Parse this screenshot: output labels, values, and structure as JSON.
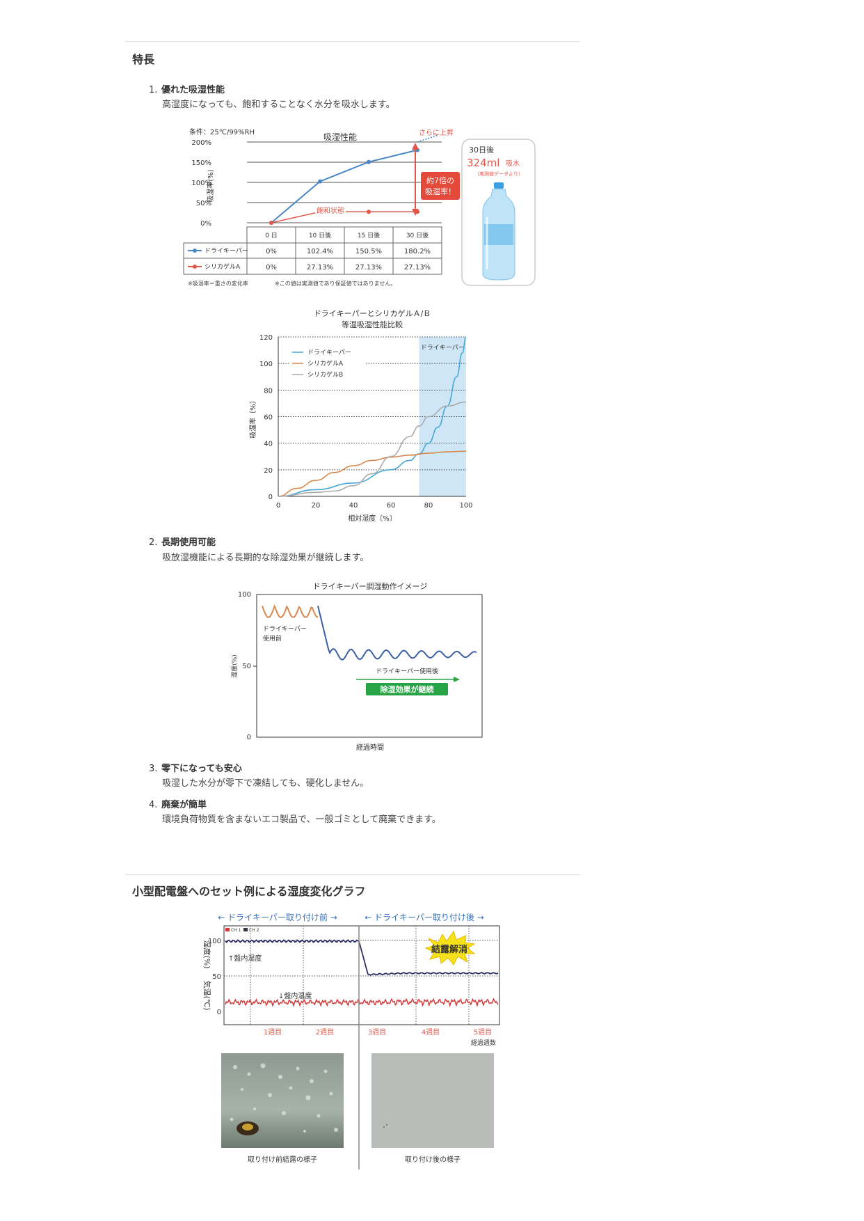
{
  "section1": {
    "heading": "特長",
    "items": [
      {
        "num": "1.",
        "title": "優れた吸湿性能",
        "desc": "高湿度になっても、飽和することなく水分を吸水します。"
      },
      {
        "num": "2.",
        "title": "長期使用可能",
        "desc": "吸放湿機能による長期的な除湿効果が継続します。"
      },
      {
        "num": "3.",
        "title": "零下になっても安心",
        "desc": "吸湿した水分が零下で凍結しても、硬化しません。"
      },
      {
        "num": "4.",
        "title": "廃棄が簡単",
        "desc": "環境負荷物質を含まないエコ製品で、一般ゴミとして廃棄できます。"
      }
    ]
  },
  "section2": {
    "heading": "小型配電盤へのセット例による湿度変化グラフ"
  },
  "chart_data": [
    {
      "type": "line",
      "title": "吸湿性能",
      "condition": "条件：25℃/99%RH",
      "ylabel": "吸湿率(%)",
      "yticks": [
        "200%",
        "150%",
        "100%",
        "50%",
        "0%"
      ],
      "ylim": [
        0,
        200
      ],
      "categories": [
        "0 日",
        "10 日後",
        "15 日後",
        "30 日後"
      ],
      "x": [
        0,
        10,
        15,
        30
      ],
      "series": [
        {
          "name": "ドライキーパー",
          "values": [
            0,
            102.4,
            150.5,
            180.2
          ],
          "labels": [
            "0%",
            "102.4%",
            "150.5%",
            "180.2%"
          ],
          "color": "#4a86c5"
        },
        {
          "name": "シリカゲルA",
          "values": [
            0,
            27.13,
            27.13,
            27.13
          ],
          "labels": [
            "0%",
            "27.13%",
            "27.13%",
            "27.13%"
          ],
          "color": "#e0574a"
        }
      ],
      "annotations": {
        "rise": "さらに上昇",
        "saturation": "飽和状態",
        "ratio_line1": "約7倍の",
        "ratio_line2": "吸湿率！",
        "bottle_days": "30日後",
        "bottle_volume": "324ml",
        "bottle_unit": "吸水",
        "bottle_note": "（実測値データより）"
      },
      "footnote1": "※吸湿率＝重さの変化率",
      "footnote2": "※この値は実測値であり保証値ではありません。"
    },
    {
      "type": "line",
      "title_line1": "ドライキーパーとシリカゲルＡ/Ｂ",
      "title_line2": "等湿吸湿性能比較",
      "xlabel": "相対湿度〔%〕",
      "ylabel": "吸湿率〔%〕",
      "xlim": [
        0,
        100
      ],
      "ylim": [
        0,
        120
      ],
      "xticks": [
        "0",
        "20",
        "40",
        "60",
        "80",
        "100"
      ],
      "yticks": [
        "0",
        "20",
        "40",
        "60",
        "80",
        "100",
        "120"
      ],
      "highlight_label": "ドライキーパー",
      "highlight_range": [
        75,
        100
      ],
      "series": [
        {
          "name": "ドライキーパー",
          "color": "#45a7d6",
          "x": [
            0,
            20,
            40,
            60,
            70,
            75,
            80,
            85,
            90,
            95,
            98,
            100
          ],
          "y": [
            0,
            5,
            10,
            20,
            27,
            32,
            40,
            52,
            68,
            90,
            108,
            120
          ]
        },
        {
          "name": "シリカゲルA",
          "color": "#d9884c",
          "x": [
            0,
            10,
            20,
            30,
            40,
            50,
            60,
            70,
            80,
            90,
            100
          ],
          "y": [
            0,
            6,
            12,
            18,
            23,
            27,
            29.5,
            31,
            32.5,
            33.5,
            34
          ]
        },
        {
          "name": "シリカゲルB",
          "color": "#aaaaaa",
          "x": [
            0,
            20,
            30,
            40,
            50,
            60,
            70,
            75,
            80,
            90,
            100
          ],
          "y": [
            0,
            3,
            4,
            8,
            17,
            30,
            45,
            53,
            60,
            68,
            71
          ]
        }
      ]
    },
    {
      "type": "line",
      "title": "ドライキーパー調湿動作イメージ",
      "xlabel": "経過時間",
      "ylabel": "湿度(%)",
      "ylim": [
        0,
        100
      ],
      "yticks": [
        "100",
        "50",
        "0"
      ],
      "label_before_line1": "ドライキーパー",
      "label_before_line2": "使用前",
      "label_after": "ドライキーパー使用後",
      "badge": "除湿効果が継続"
    },
    {
      "type": "line",
      "header_before": "← ドライキーパー取り付け前 →",
      "header_after": "← ドライキーパー取り付け後 →",
      "legend": [
        "CH 1",
        "CH 2"
      ],
      "ylabel_humidity": "湿度(%)",
      "ylabel_temp": "気温(℃)",
      "yticks": [
        "100",
        "50",
        "0"
      ],
      "xticks": [
        "1週目",
        "2週目",
        "3週目",
        "4週目",
        "5週目"
      ],
      "xlabel": "経過週数",
      "label_humidity": "↑盤内湿度",
      "label_temp": "↓盤内温度",
      "badge": "結露解消",
      "photo_before": "取り付け前結露の様子",
      "photo_after": "取り付け後の様子"
    }
  ]
}
